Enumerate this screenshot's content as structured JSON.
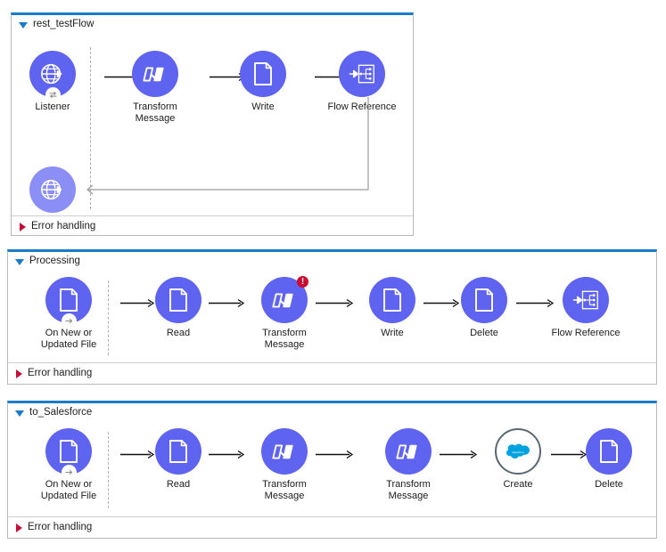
{
  "app": {
    "name": "mule-flow-canvas",
    "colors": {
      "panel_top_border": "#1a7bc9",
      "panel_border": "#b9b9b9",
      "node_fill": "#5e63f0",
      "node_fill_light": "#8b8ef5",
      "error_badge": "#cc0b2e",
      "error_triangle": "#c2103a",
      "expand_triangle": "#1a7bc9",
      "connector_ring": "#5a6a72",
      "salesforce_blue": "#00a1e0",
      "arrow": "#111111",
      "dashed_divider": "#b0b0b0",
      "return_path": "#9a9a9a"
    }
  },
  "flows": [
    {
      "id": "flow-rest-testflow",
      "title": "rest_testFlow",
      "expanded": true,
      "error_handling_label": "Error handling",
      "error_handling_expanded": false,
      "nodes": [
        {
          "id": "listener",
          "label": "Listener",
          "icon": "globe-arrow-icon",
          "style": "solid",
          "source": true,
          "badge": "request-response-badge",
          "error": false
        },
        {
          "id": "transform-message-1",
          "label": "Transform\nMessage",
          "icon": "transform-message-icon",
          "style": "solid",
          "source": false,
          "error": false
        },
        {
          "id": "write-1",
          "label": "Write",
          "icon": "document-icon",
          "style": "solid",
          "source": false,
          "error": false
        },
        {
          "id": "flow-reference-1",
          "label": "Flow Reference",
          "icon": "flow-reference-icon",
          "style": "solid",
          "source": false,
          "error": false
        }
      ],
      "response_node": {
        "id": "listener-response",
        "label": "",
        "icon": "globe-arrow-icon",
        "style": "light"
      }
    },
    {
      "id": "flow-processing",
      "title": "Processing",
      "expanded": true,
      "error_handling_label": "Error handling",
      "error_handling_expanded": false,
      "nodes": [
        {
          "id": "on-new-or-updated-file-1",
          "label": "On New or\nUpdated File",
          "icon": "document-icon",
          "style": "solid",
          "source": true,
          "badge": "poll-arrow-badge",
          "error": false
        },
        {
          "id": "read-1",
          "label": "Read",
          "icon": "document-icon",
          "style": "solid",
          "source": false,
          "error": false
        },
        {
          "id": "transform-message-2",
          "label": "Transform\nMessage",
          "icon": "transform-message-icon",
          "style": "solid",
          "source": false,
          "error": true,
          "error_glyph": "!"
        },
        {
          "id": "write-2",
          "label": "Write",
          "icon": "document-icon",
          "style": "solid",
          "source": false,
          "error": false
        },
        {
          "id": "delete-1",
          "label": "Delete",
          "icon": "document-icon",
          "style": "solid",
          "source": false,
          "error": false
        },
        {
          "id": "flow-reference-2",
          "label": "Flow Reference",
          "icon": "flow-reference-icon",
          "style": "solid",
          "source": false,
          "error": false
        }
      ]
    },
    {
      "id": "flow-to-salesforce",
      "title": "to_Salesforce",
      "expanded": true,
      "error_handling_label": "Error handling",
      "error_handling_expanded": false,
      "nodes": [
        {
          "id": "on-new-or-updated-file-2",
          "label": "On New or\nUpdated File",
          "icon": "document-icon",
          "style": "solid",
          "source": true,
          "badge": "poll-arrow-badge",
          "error": false
        },
        {
          "id": "read-2",
          "label": "Read",
          "icon": "document-icon",
          "style": "solid",
          "source": false,
          "error": false
        },
        {
          "id": "transform-message-3",
          "label": "Transform\nMessage",
          "icon": "transform-message-icon",
          "style": "solid",
          "source": false,
          "error": false
        },
        {
          "id": "transform-message-4",
          "label": "Transform\nMessage",
          "icon": "transform-message-icon",
          "style": "solid",
          "source": false,
          "error": false
        },
        {
          "id": "create-1",
          "label": "Create",
          "icon": "salesforce-cloud-icon",
          "style": "connector",
          "source": false,
          "error": false
        },
        {
          "id": "delete-2",
          "label": "Delete",
          "icon": "document-icon",
          "style": "solid",
          "source": false,
          "error": false
        }
      ]
    }
  ]
}
